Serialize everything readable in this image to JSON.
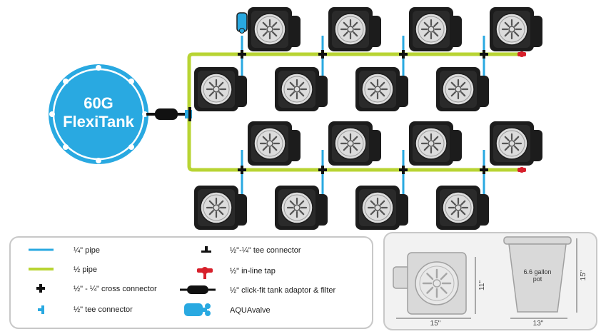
{
  "tank": {
    "line1": "60G",
    "line2": "FlexiTank"
  },
  "legend": {
    "items_left": [
      {
        "label": "¼\" pipe",
        "icon": "quarter-pipe-icon"
      },
      {
        "label": "½ pipe",
        "icon": "half-pipe-icon"
      },
      {
        "label": "½\" - ¼\" cross connector",
        "icon": "cross-connector-icon"
      },
      {
        "label": "½\" tee connector",
        "icon": "tee-connector-icon"
      }
    ],
    "items_right": [
      {
        "label": "½\"-¼\" tee connector",
        "icon": "half-quarter-tee-icon"
      },
      {
        "label": "½\" in-line tap",
        "icon": "inline-tap-icon"
      },
      {
        "label": "½\" click-fit tank adaptor & filter",
        "icon": "tank-adaptor-icon"
      },
      {
        "label": "AQUAvalve",
        "icon": "aquavalve-icon"
      }
    ]
  },
  "dimensions": {
    "pot_label": "6.6 gallon\npot",
    "pot_label_line1": "6.6 gallon",
    "pot_label_line2": "pot",
    "tray_width": "15\"",
    "tray_height": "11\"",
    "pot_width": "13\"",
    "pot_height": "15\""
  },
  "colors": {
    "quarter_pipe": "#29a9e1",
    "half_pipe": "#b8d433",
    "tank": "#29a9e1",
    "tap": "#d7202b",
    "pot": "#1c1c1c",
    "panel_border": "#c8c8c8"
  }
}
